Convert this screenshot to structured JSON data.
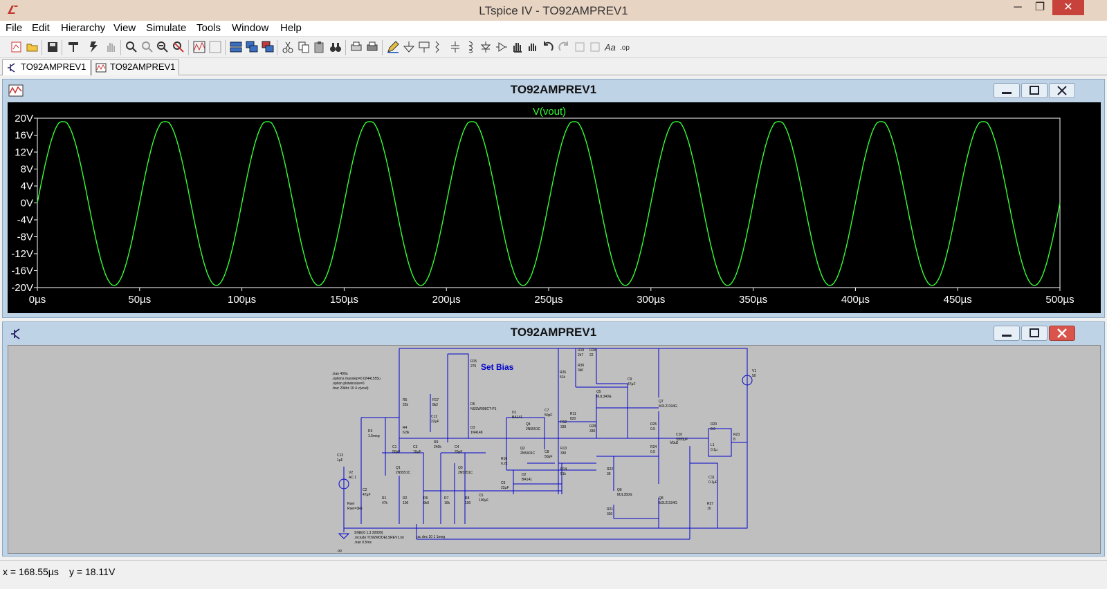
{
  "window": {
    "title": "LTspice IV - TO92AMPREV1"
  },
  "menu": [
    "File",
    "Edit",
    "Hierarchy",
    "View",
    "Simulate",
    "Tools",
    "Window",
    "Help"
  ],
  "tabs": [
    {
      "label": "TO92AMPREV1",
      "icon": "schematic-icon"
    },
    {
      "label": "TO92AMPREV1",
      "icon": "waveform-icon"
    }
  ],
  "plot": {
    "title": "TO92AMPREV1",
    "trace_label": "V(vout)",
    "trace_color": "#33ff33"
  },
  "schematic": {
    "title": "TO92AMPREV1",
    "wire_color": "#0000cc",
    "labels": {
      "set_bias": "Set Bias",
      "directives": [
        ".tran 400u",
        ".options maxstep=0.02441555u",
        ".option plotwinsize=0",
        ".four 20khz 10 4 v(vout)"
      ],
      "bottom_directives": [
        "SINE(0 1.3 20000)",
        ".include TO92MODELSREV1.txt",
        ".tran 0.5ms"
      ],
      "ac_directive": ";ac dec 10 1 1meg",
      "op": ".op",
      "vout": "Vout",
      "parts": [
        {
          "t": "R15",
          "v": "275"
        },
        {
          "t": "R17",
          "v": "8k2"
        },
        {
          "t": "C12",
          "v": "22µF"
        },
        {
          "t": "R5",
          "v": "22k"
        },
        {
          "t": "R4",
          "v": "6.8k"
        },
        {
          "t": "R3",
          "v": "1.5meg"
        },
        {
          "t": "C1",
          "v": "50pF"
        },
        {
          "t": "C3",
          "v": "10µF"
        },
        {
          "t": "R9",
          "v": "240k"
        },
        {
          "t": "C4",
          "v": "20pF"
        },
        {
          "t": "Q1",
          "v": "2N5551C"
        },
        {
          "t": "Q3",
          "v": "2N5551C"
        },
        {
          "t": "Q4",
          "v": "2N5551C"
        },
        {
          "t": "Q2",
          "v": "2N5401C"
        },
        {
          "t": "D1",
          "v": "BA141"
        },
        {
          "t": "D2",
          "v": "BA141"
        },
        {
          "t": "D3",
          "v": "1N4148"
        },
        {
          "t": "D5",
          "v": "NSSW008CT-P1"
        },
        {
          "t": "R19",
          "v": "2k7"
        },
        {
          "t": "R30",
          "v": "3k0"
        },
        {
          "t": "R18",
          "v": "22"
        },
        {
          "t": "R26",
          "v": "51k"
        },
        {
          "t": "Q5",
          "v": "MJL340G"
        },
        {
          "t": "C9",
          "v": "47µF"
        },
        {
          "t": "Q7",
          "v": "MJL21194G"
        },
        {
          "t": "Q8",
          "v": "MJL21194G"
        },
        {
          "t": "Q6",
          "v": "MJL350G"
        },
        {
          "t": "R11",
          "v": "820"
        },
        {
          "t": "R12",
          "v": "330"
        },
        {
          "t": "R28",
          "v": "330"
        },
        {
          "t": "R13",
          "v": "330"
        },
        {
          "t": "R14",
          "v": "51k"
        },
        {
          "t": "R25",
          "v": "0.5"
        },
        {
          "t": "R24",
          "v": "0.5"
        },
        {
          "t": "R22",
          "v": "39"
        },
        {
          "t": "R21",
          "v": "330"
        },
        {
          "t": "C10",
          "v": "3300µF"
        },
        {
          "t": "R20",
          "v": "8.0"
        },
        {
          "t": "L1",
          "v": "0.1µ"
        },
        {
          "t": "R23",
          "v": "8"
        },
        {
          "t": "C11",
          "v": "0.1µF"
        },
        {
          "t": "R27",
          "v": "10"
        },
        {
          "t": "V1",
          "v": "50"
        },
        {
          "t": "V2",
          "v": "AC 1"
        },
        {
          "t": "C2",
          "v": "47µF"
        },
        {
          "t": "R1",
          "v": "47k"
        },
        {
          "t": "R2",
          "v": "100"
        },
        {
          "t": "R6",
          "v": "9k0"
        },
        {
          "t": "R7",
          "v": "10k"
        },
        {
          "t": "R8",
          "v": "100"
        },
        {
          "t": "C5",
          "v": "100µF"
        },
        {
          "t": "R10",
          "v": "6.2k"
        },
        {
          "t": "C6",
          "v": "22µF"
        },
        {
          "t": "C7",
          "v": "50pF"
        },
        {
          "t": "C8",
          "v": "50pF"
        },
        {
          "t": "C13",
          "v": "1µF"
        },
        {
          "t": "Rser",
          "v": "Rser=3k6"
        }
      ]
    }
  },
  "status": {
    "x": "x = 168.55µs",
    "y": "y = 18.11V"
  },
  "chart_data": {
    "type": "line",
    "series": [
      {
        "name": "V(vout)",
        "frequency_hz": 20000,
        "amplitude_v": 19.5,
        "peak_v": 19.5,
        "trough_v": -19.5,
        "periods": 10
      }
    ],
    "title": "V(vout)",
    "xlabel": "",
    "ylabel": "",
    "xlim": [
      0,
      500
    ],
    "ylim": [
      -20,
      20
    ],
    "x_ticks": [
      "0µs",
      "50µs",
      "100µs",
      "150µs",
      "200µs",
      "250µs",
      "300µs",
      "350µs",
      "400µs",
      "450µs",
      "500µs"
    ],
    "y_ticks": [
      "20V",
      "16V",
      "12V",
      "8V",
      "4V",
      "0V",
      "-4V",
      "-8V",
      "-12V",
      "-16V",
      "-20V"
    ],
    "background": "#000000",
    "grid": false
  }
}
